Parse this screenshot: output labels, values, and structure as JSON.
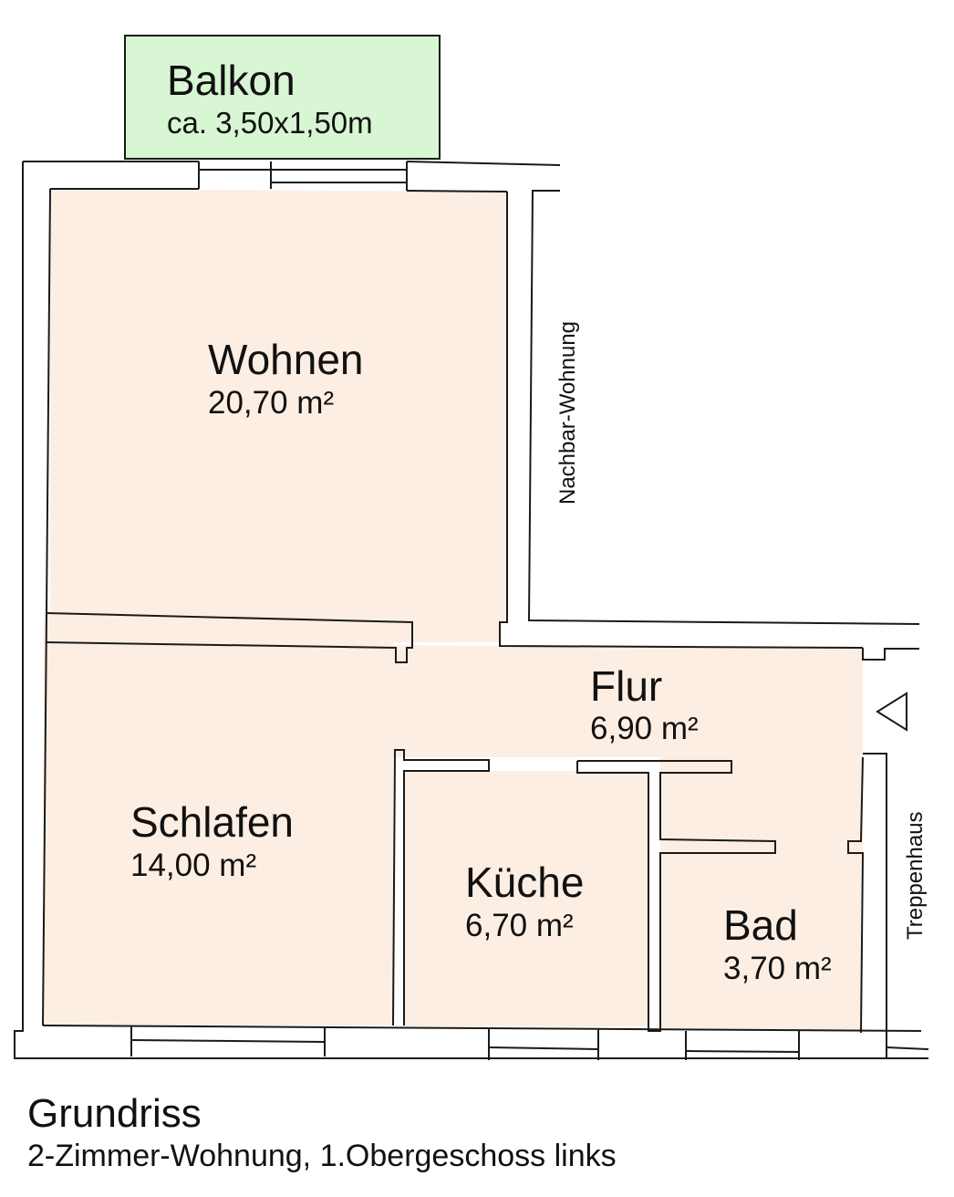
{
  "colors": {
    "room_fill": "#fdeee3",
    "balcony_fill": "#d8f5d4",
    "wall": "#1a1a1a"
  },
  "rooms": {
    "balkon": {
      "name": "Balkon",
      "size": "ca. 3,50x1,50m"
    },
    "wohnen": {
      "name": "Wohnen",
      "area": "20,70 m²"
    },
    "flur": {
      "name": "Flur",
      "area": "6,90 m²"
    },
    "schlafen": {
      "name": "Schlafen",
      "area": "14,00 m²"
    },
    "kueche": {
      "name": "Küche",
      "area": "6,70 m²"
    },
    "bad": {
      "name": "Bad",
      "area": "3,70 m²"
    }
  },
  "neighbors": {
    "nachbar": "Nachbar-Wohnung",
    "treppenhaus": "Treppenhaus"
  },
  "caption": {
    "title": "Grundriss",
    "subtitle": "2-Zimmer-Wohnung, 1.Obergeschoss links"
  }
}
